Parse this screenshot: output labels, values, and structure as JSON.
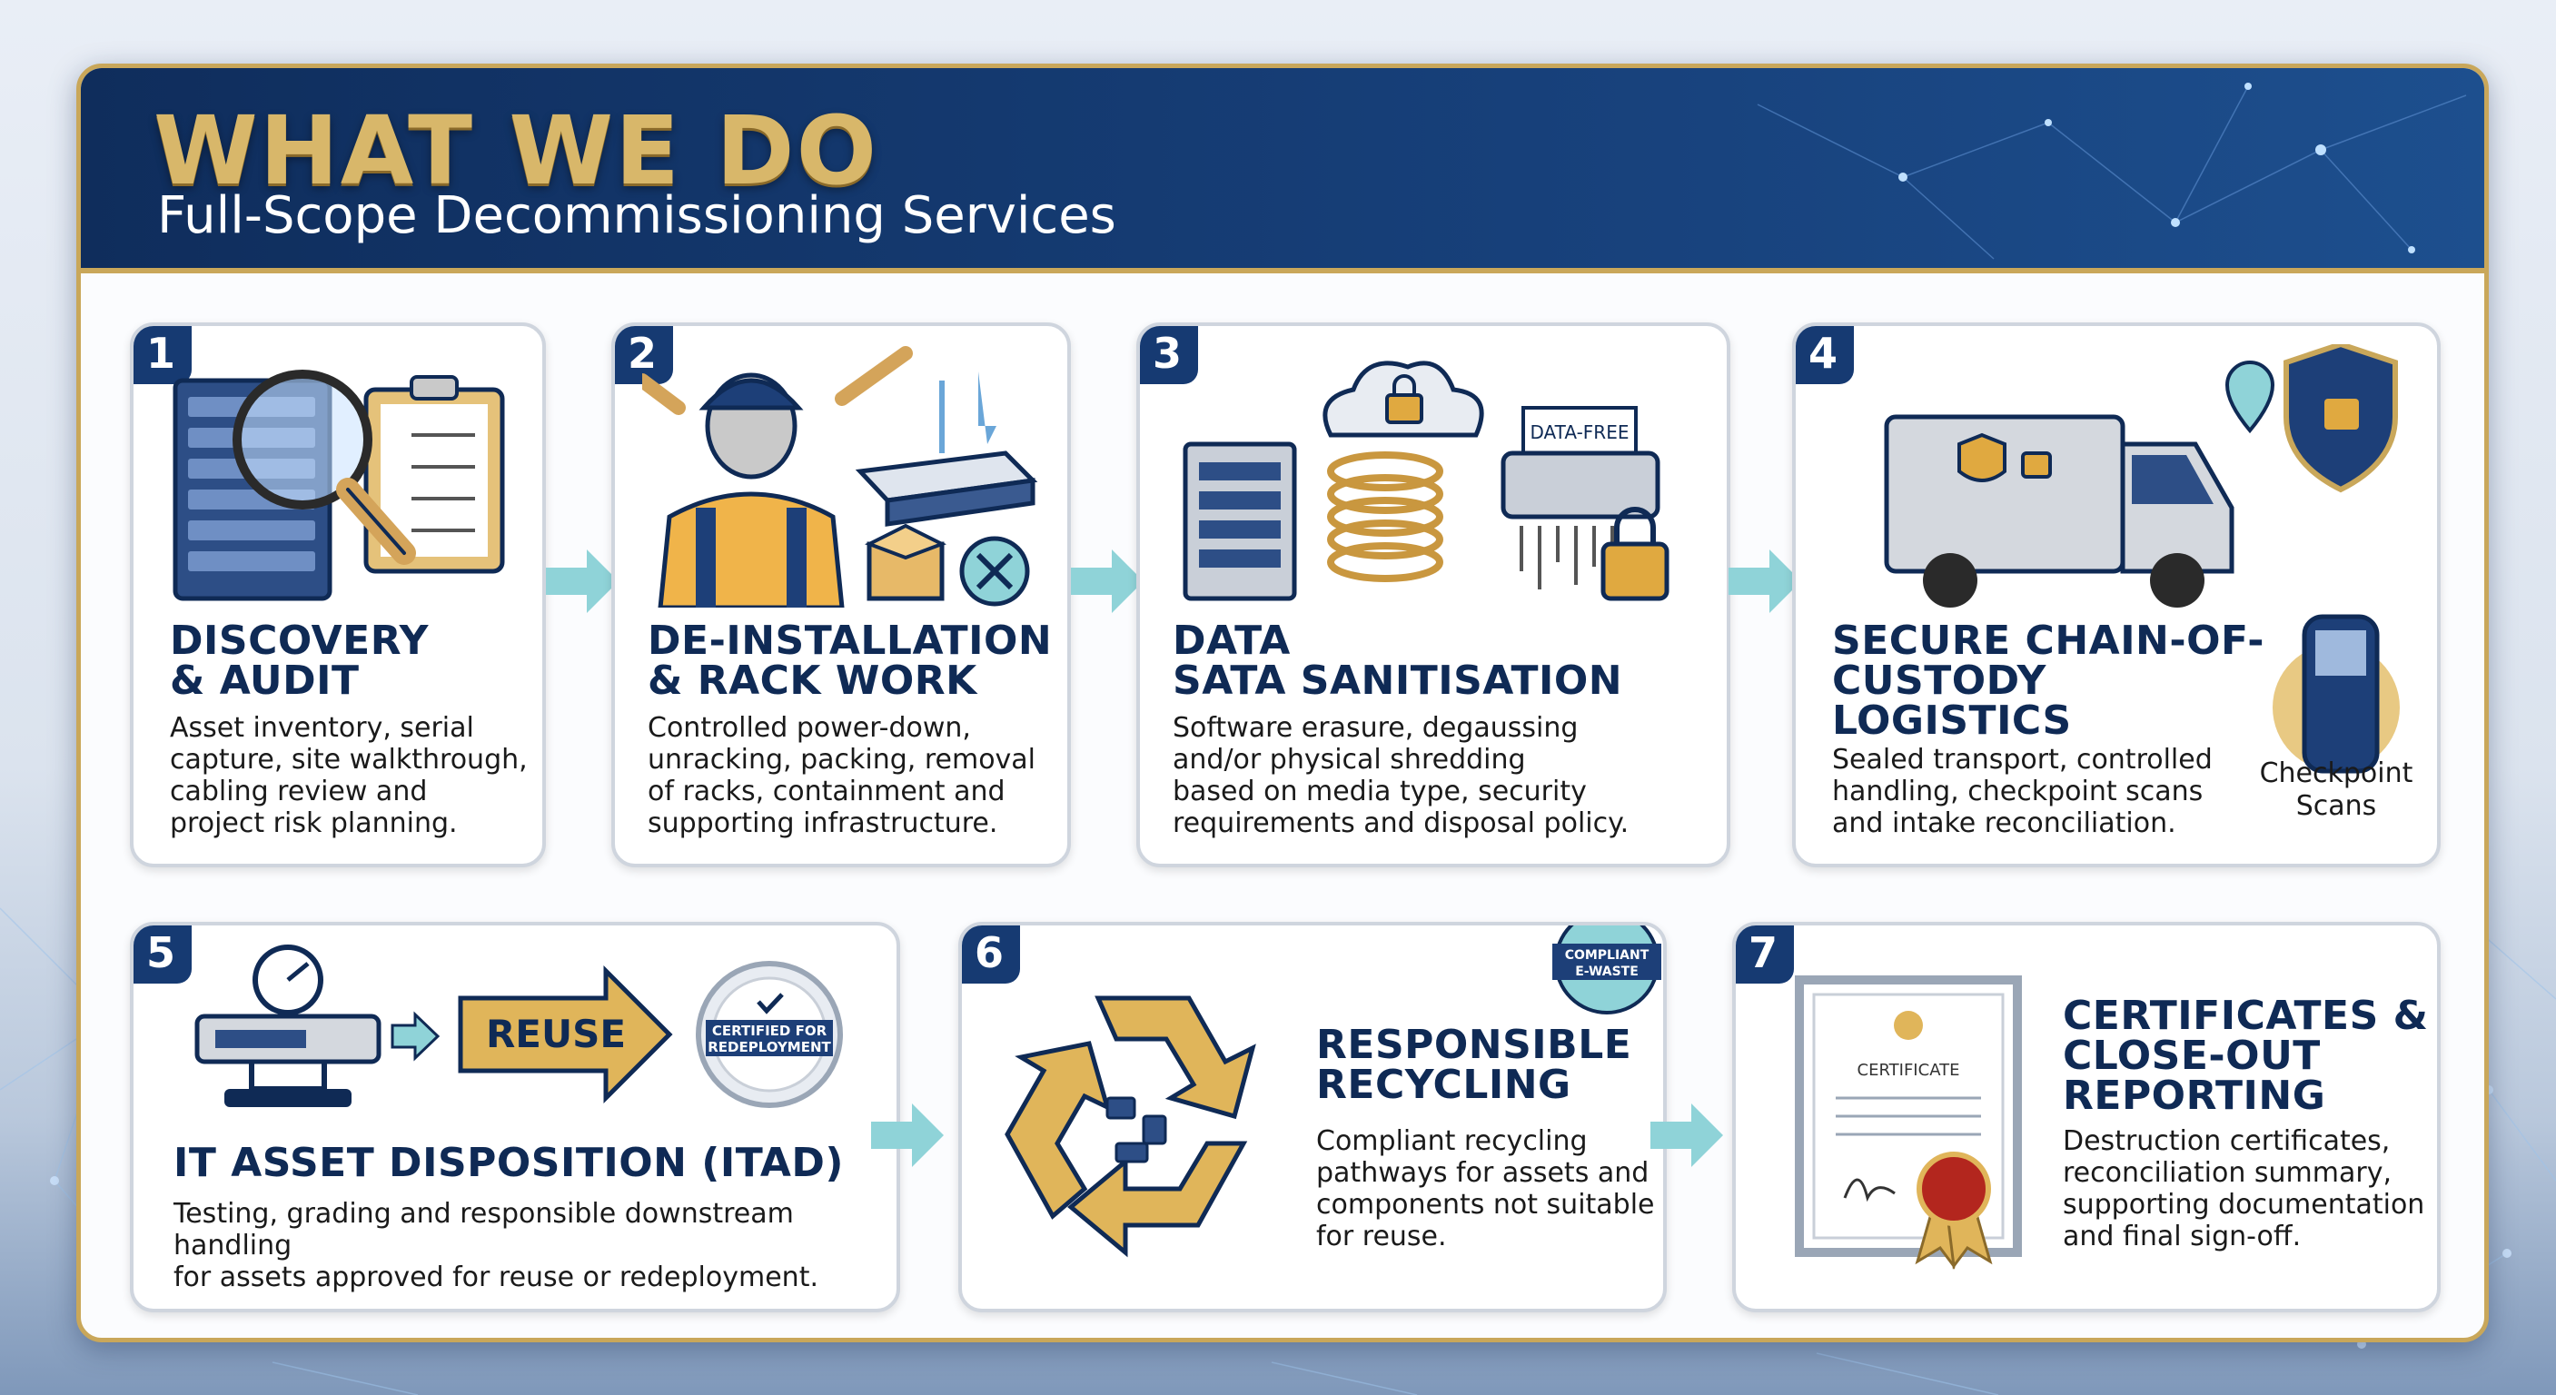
{
  "header": {
    "title": "WHAT WE DO",
    "subtitle": "Full-Scope Decommissioning Services"
  },
  "colors": {
    "navy": "#163a72",
    "gold": "#c9a75a",
    "teal_arrow": "#8fd3d8",
    "title_text": "#0f2a55"
  },
  "steps": [
    {
      "number": "1",
      "title": "DISCOVERY\n& AUDIT",
      "description": "Asset inventory, serial\ncapture, site walkthrough,\ncabling review and\nproject risk planning.",
      "icons": [
        "server-rack-icon",
        "magnifying-glass-icon",
        "clipboard-checklist-icon"
      ]
    },
    {
      "number": "2",
      "title": "DE-INSTALLATION\n& RACK WORK",
      "description": "Controlled power-down,\nunracking, packing, removal\nof racks, containment and\nsupporting infrastructure.",
      "icons": [
        "technician-icon",
        "wrench-icon",
        "rack-unit-icon",
        "box-icon",
        "close-circle-icon"
      ]
    },
    {
      "number": "3",
      "title": "DATA\nSATA SANITISATION",
      "description": "Software erasure, degaussing\nand/or physical shredding\nbased on media type, security\nrequirements and disposal policy.",
      "shredder_label": "DATA-FREE",
      "icons": [
        "cloud-lock-icon",
        "server-icon",
        "coil-icon",
        "shredder-icon",
        "padlock-icon"
      ]
    },
    {
      "number": "4",
      "title": "SECURE CHAIN-OF-\nCUSTODY\nLOGISTICS",
      "description": "Sealed transport, controlled\nhandling, checkpoint scans\nand intake reconciliation.",
      "scanner_label": "Checkpoint\nScans",
      "icons": [
        "secure-van-icon",
        "location-pin-icon",
        "shield-lock-icon",
        "handheld-scanner-icon"
      ]
    },
    {
      "number": "5",
      "title": "IT ASSET DISPOSITION (ITAD)",
      "description": "Testing, grading and responsible downstream handling\nfor assets approved for reuse or redeployment.",
      "reuse_label": "REUSE",
      "badge_label": "CERTIFIED FOR\nREDEPLOYMENT",
      "icons": [
        "gauge-icon",
        "network-device-icon",
        "reuse-arrow-icon",
        "certified-badge-icon"
      ]
    },
    {
      "number": "6",
      "title": "RESPONSIBLE\nRECYCLING",
      "description": "Compliant recycling\npathways for assets and\ncomponents not suitable\nfor reuse.",
      "badge_label": "COMPLIANT\nE-WASTE",
      "icons": [
        "recycle-icon",
        "compliant-badge-icon"
      ]
    },
    {
      "number": "7",
      "title": "CERTIFICATES &\nCLOSE-OUT\nREPORTING",
      "description": "Destruction certificates,\nreconciliation summary,\nsupporting documentation\nand final sign-off.",
      "certificate_label": "CERTIFICATE",
      "icons": [
        "certificate-icon",
        "seal-ribbon-icon"
      ]
    }
  ]
}
